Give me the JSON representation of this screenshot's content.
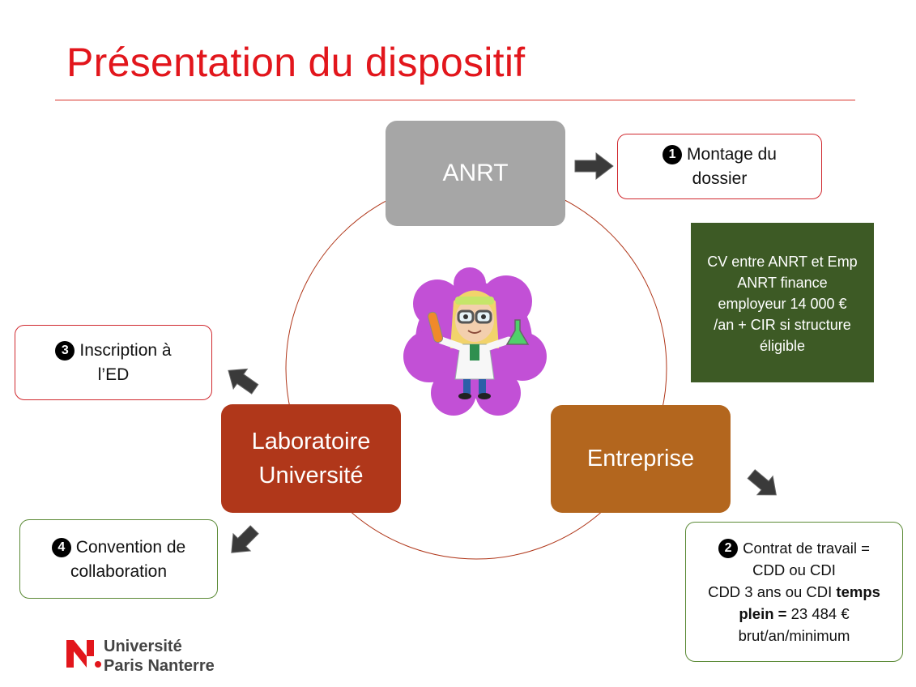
{
  "title": "Présentation du dispositif",
  "nodes": {
    "anrt": "ANRT",
    "lab_line1": "Laboratoire",
    "lab_line2": "Université",
    "entreprise": "Entreprise"
  },
  "callouts": {
    "c1": {
      "num": "1",
      "line1": "Montage du",
      "line2": "dossier"
    },
    "c3": {
      "num": "3",
      "line1": "Inscription à",
      "line2": "l’ED"
    },
    "c4": {
      "num": "4",
      "line1": "Convention de",
      "line2": "collaboration"
    },
    "c2": {
      "num": "2",
      "line1": "Contrat de travail =",
      "line2": "CDD ou CDI",
      "line3a": "CDD 3 ans ou CDI ",
      "line3b": "temps",
      "line4a": "plein =",
      "line4b": " 23 484 €",
      "line5": "brut/an/minimum"
    }
  },
  "info_box": {
    "line1": "CV entre ANRT et Emp",
    "line2": "ANRT finance",
    "line3": "employeur 14 000 €",
    "line4": "/an + CIR si structure",
    "line5": "éligible"
  },
  "logo": {
    "line1": "Université",
    "line2": "Paris Nanterre"
  },
  "colors": {
    "title": "#e2161c",
    "anrt": "#a6a6a6",
    "laboratoire": "#b0371a",
    "entreprise": "#b3661e",
    "info_box": "#3d5a25",
    "arrow": "#3a3a3a",
    "red_border": "#d0292f",
    "green_border": "#5b8a36",
    "blob": "#c250d6"
  }
}
